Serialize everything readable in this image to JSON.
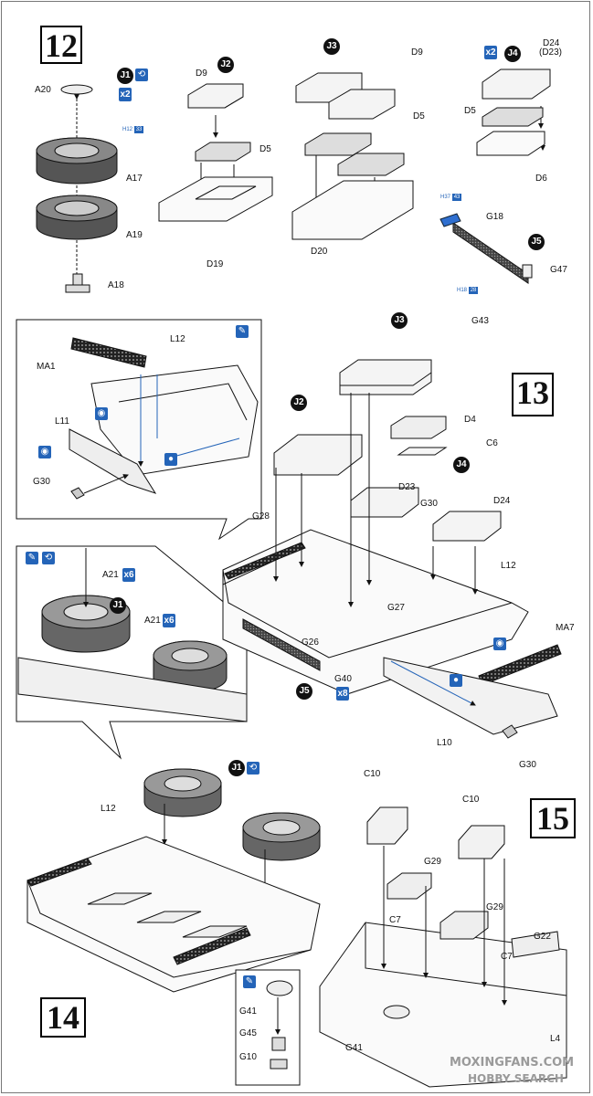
{
  "steps": {
    "s12": "12",
    "s13": "13",
    "s14": "14",
    "s15": "15"
  },
  "subassemblies": {
    "j1": "J1",
    "j2": "J2",
    "j3": "J3",
    "j4": "J4",
    "j5": "J5"
  },
  "multipliers": {
    "x2": "x2",
    "x6": "x6",
    "x8": "x8"
  },
  "paint_refs": {
    "h12": "33",
    "h37": "43",
    "h18": "28"
  },
  "parts": {
    "A20": "A20",
    "A17": "A17",
    "A19": "A19",
    "A18": "A18",
    "D9": "D9",
    "D5": "D5",
    "D19": "D19",
    "D20": "D20",
    "D24": "D24",
    "D23p": "(D23)",
    "D6": "D6",
    "G18": "G18",
    "G47": "G47",
    "G43": "G43",
    "MA1": "MA1",
    "L12": "L12",
    "L11": "L11",
    "G30": "G30",
    "A21": "A21",
    "D4": "D4",
    "C6": "C6",
    "D23": "D23",
    "G28": "G28",
    "G27": "G27",
    "G26": "G26",
    "G40": "G40",
    "MA7": "MA7",
    "L10": "L10",
    "C10": "C10",
    "G29": "G29",
    "C7": "C7",
    "G22": "G22",
    "G41": "G41",
    "G45": "G45",
    "G10": "G10",
    "L4": "L4"
  },
  "watermark": {
    "site": "MOXINGFANS.COM",
    "brand": "HOBBY SEARCH"
  },
  "icons": [
    "glue-icon",
    "rotate-icon",
    "cement-drop-icon",
    "option-icon",
    "paint-ref-icon"
  ],
  "colors": {
    "accent": "#2464b8",
    "line": "#111111"
  }
}
